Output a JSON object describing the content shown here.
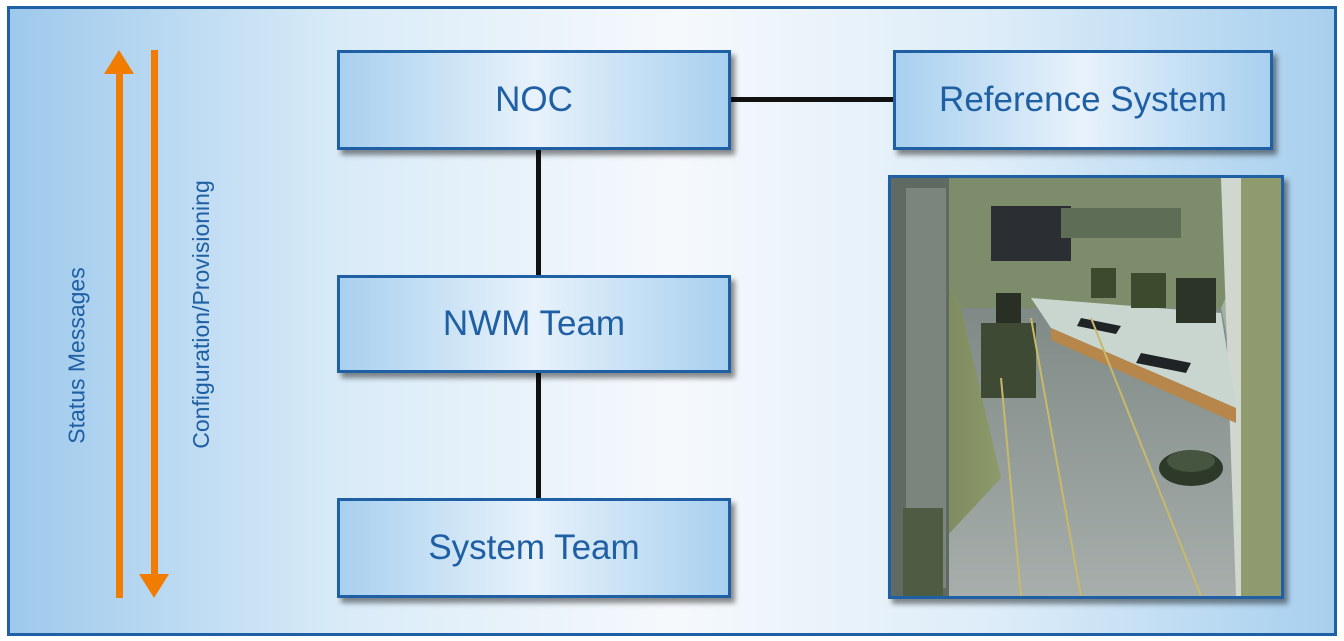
{
  "nodes": {
    "noc": "NOC",
    "reference_system": "Reference System",
    "nwm_team": "NWM Team",
    "system_team": "System Team"
  },
  "arrows": {
    "up_label": "Status Messages",
    "down_label": "Configuration/Provisioning",
    "color": "#f07d00"
  },
  "colors": {
    "border": "#1f5fa3",
    "text": "#1f5fa3",
    "connector": "#111111"
  },
  "photo": {
    "subject": "interior of a network operations shelter with workstations"
  }
}
